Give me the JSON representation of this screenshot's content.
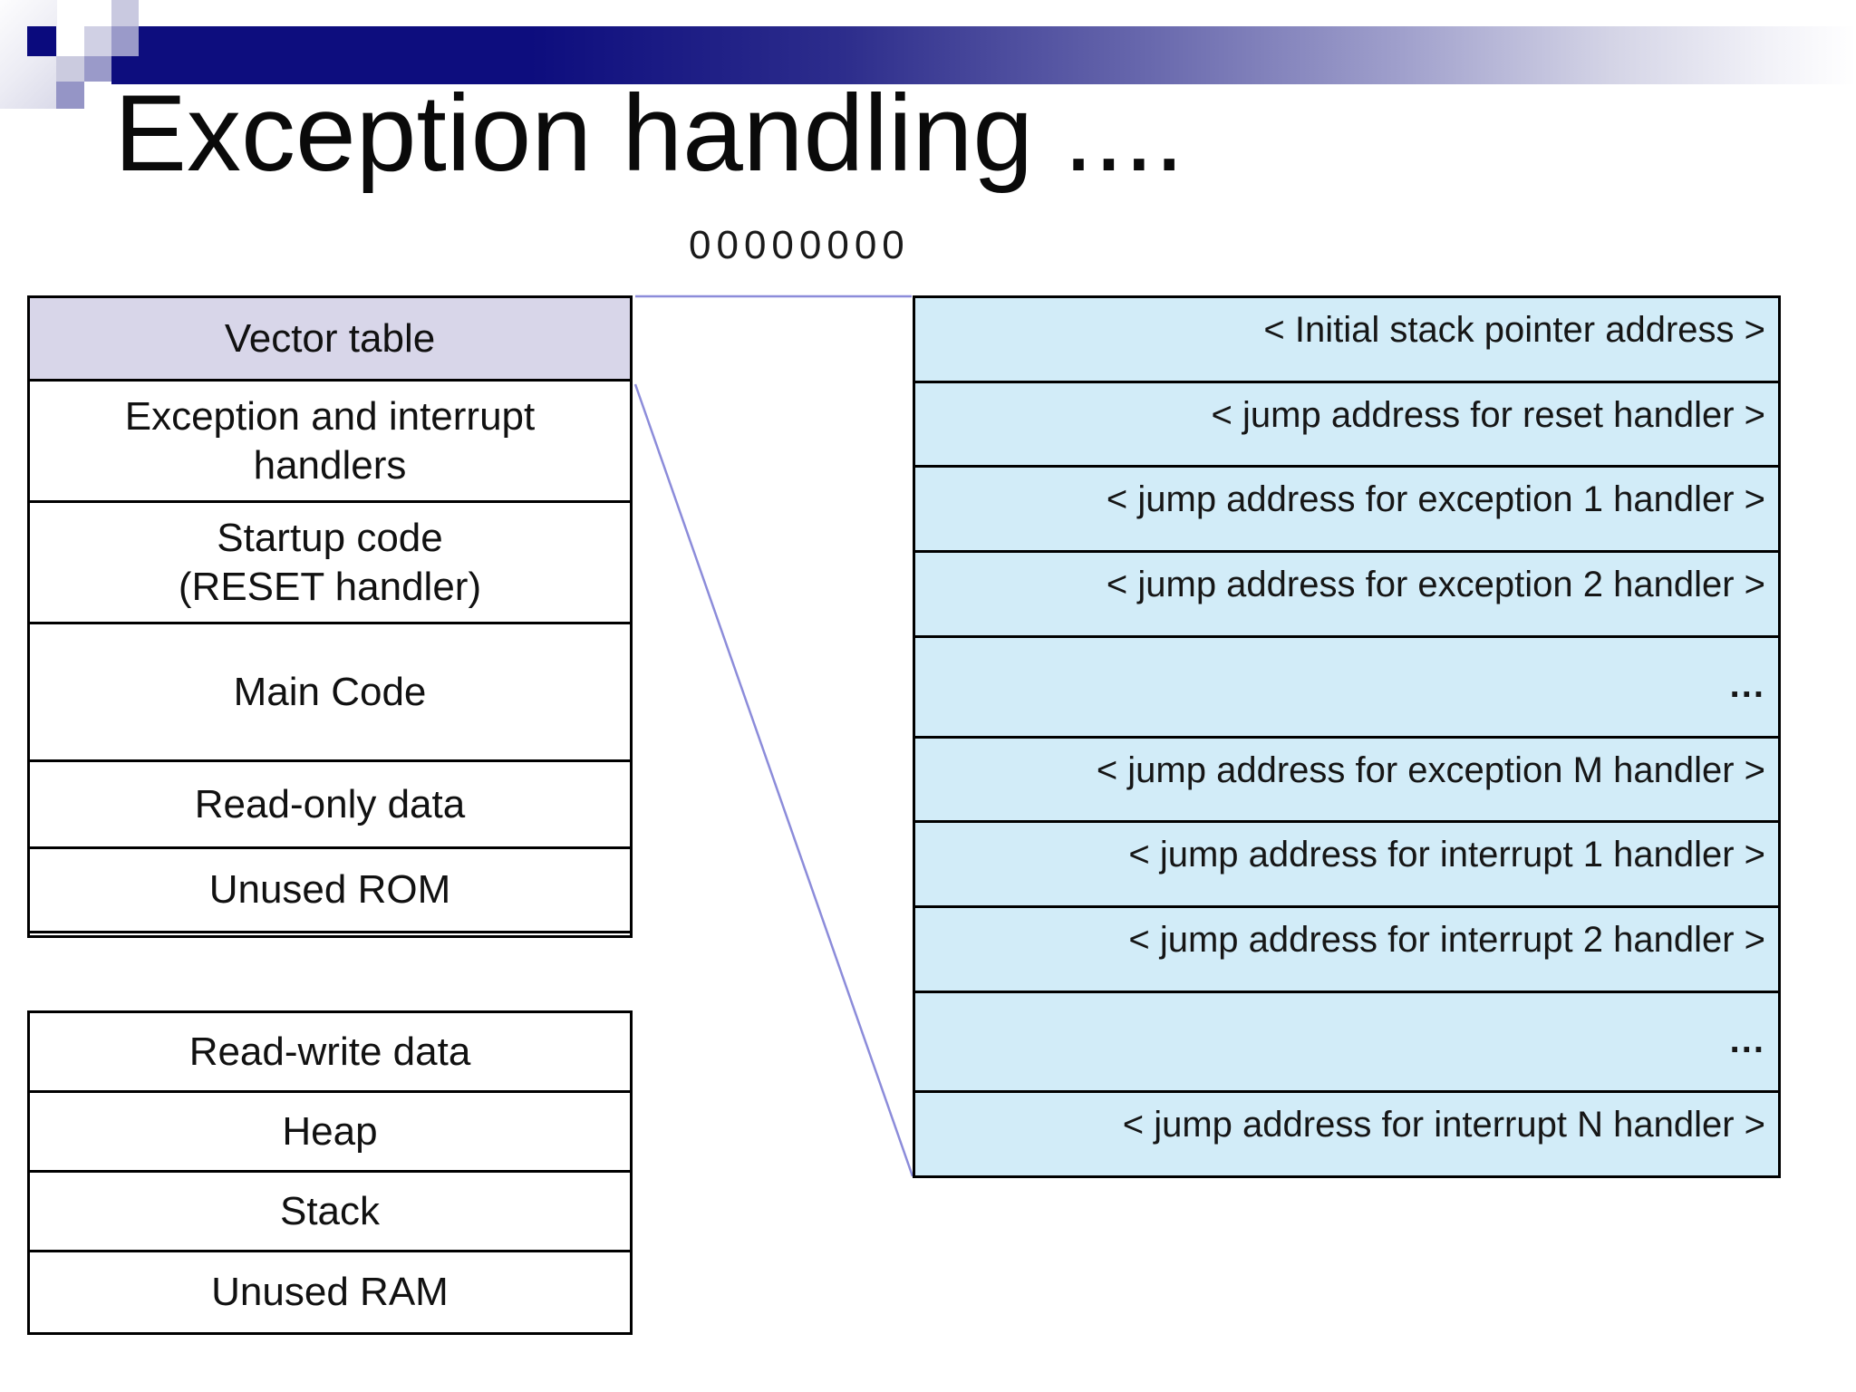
{
  "slide": {
    "title": "Exception handling ....",
    "address_label": "00000000"
  },
  "rom_map": {
    "rows": [
      {
        "label": "Vector table"
      },
      {
        "label": "Exception and interrupt\nhandlers"
      },
      {
        "label": "Startup code\n(RESET handler)"
      },
      {
        "label": "Main Code"
      },
      {
        "label": "Read-only data"
      },
      {
        "label": "Unused ROM"
      }
    ]
  },
  "ram_map": {
    "rows": [
      {
        "label": "Read-write data"
      },
      {
        "label": "Heap"
      },
      {
        "label": "Stack"
      },
      {
        "label": "Unused RAM"
      }
    ]
  },
  "vector_table_detail": {
    "rows": [
      {
        "label": "< Initial stack pointer address >"
      },
      {
        "label": "< jump address for reset handler >"
      },
      {
        "label": "< jump address for exception 1 handler >"
      },
      {
        "label": "< jump address for exception 2 handler >"
      },
      {
        "label": "..."
      },
      {
        "label": "< jump address for exception M handler >"
      },
      {
        "label": "< jump address for interrupt 1 handler >"
      },
      {
        "label": "< jump address for interrupt 2 handler >"
      },
      {
        "label": "..."
      },
      {
        "label": "< jump address for interrupt N handler >"
      }
    ]
  },
  "colors": {
    "header_navy": "#0d0d7e",
    "lavender_light": "#d0d0e4",
    "lavender_medium": "#9a9ac9",
    "vector_row_bg": "#d8d6e9",
    "detail_table_bg": "#d2ecf8",
    "connector_line": "#8c8cda",
    "border": "#000000",
    "text": "#111111"
  }
}
